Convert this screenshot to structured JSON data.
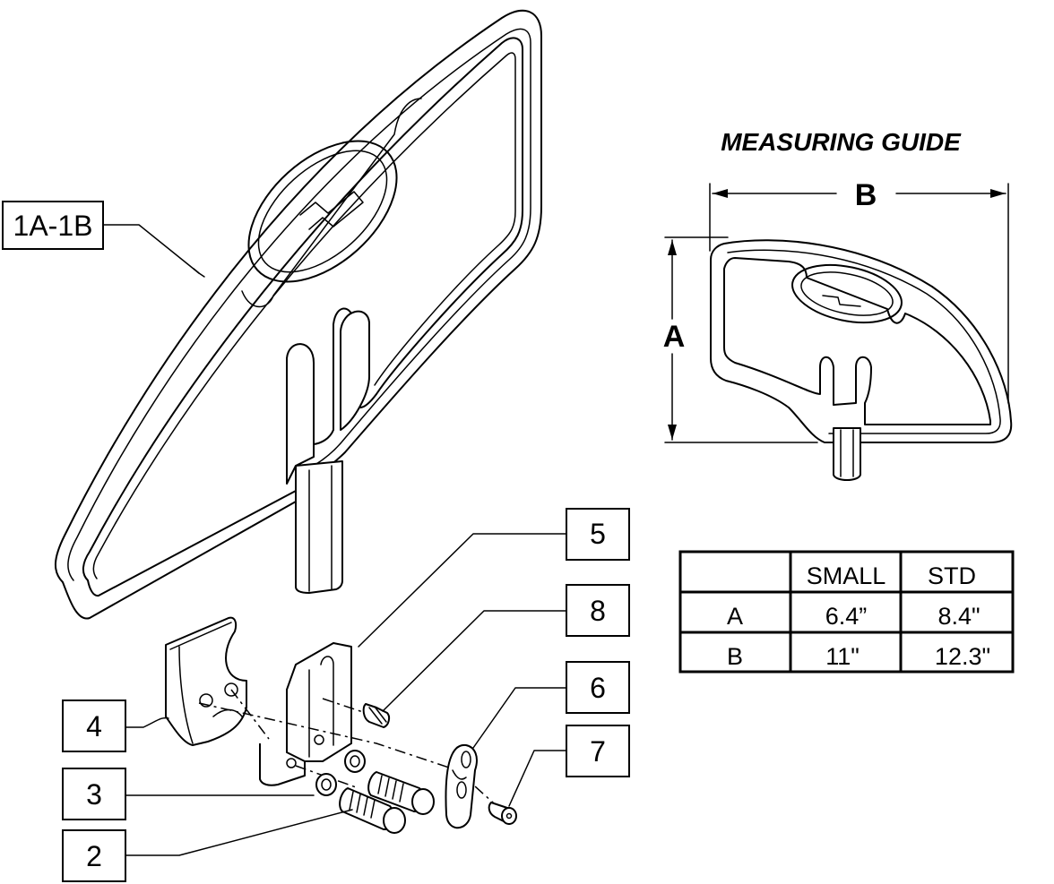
{
  "callouts": {
    "c1": "1A-1B",
    "c2": "2",
    "c3": "3",
    "c4": "4",
    "c5": "5",
    "c6": "6",
    "c7": "7",
    "c8": "8"
  },
  "measuring_guide": {
    "title": "MEASURING GUIDE",
    "dim_a": "A",
    "dim_b": "B"
  },
  "size_table": {
    "headers": [
      "",
      "SMALL",
      "STD"
    ],
    "rows": [
      [
        "A",
        "6.4”",
        "8.4\""
      ],
      [
        "B",
        "11\"",
        "12.3\""
      ]
    ]
  }
}
